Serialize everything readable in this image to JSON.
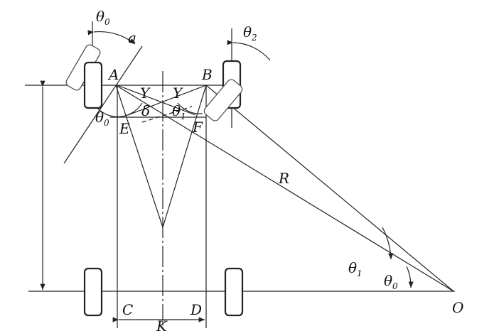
{
  "labels": {
    "theta0_top": {
      "main": "θ",
      "sub": "0"
    },
    "a": "a",
    "theta2": {
      "main": "θ",
      "sub": "2"
    },
    "A": "A",
    "B": "B",
    "Y_left": "Y",
    "Y_right": "Y",
    "delta": "δ",
    "theta1_mid": {
      "main": "θ",
      "sub": "1"
    },
    "theta0_left": {
      "main": "θ",
      "sub": "0"
    },
    "E": "E",
    "F": "F",
    "R": "R",
    "theta1_right": {
      "main": "θ",
      "sub": "1"
    },
    "theta0_right": {
      "main": "θ",
      "sub": "0"
    },
    "O": "O",
    "C": "C",
    "K": "K",
    "D": "D"
  }
}
